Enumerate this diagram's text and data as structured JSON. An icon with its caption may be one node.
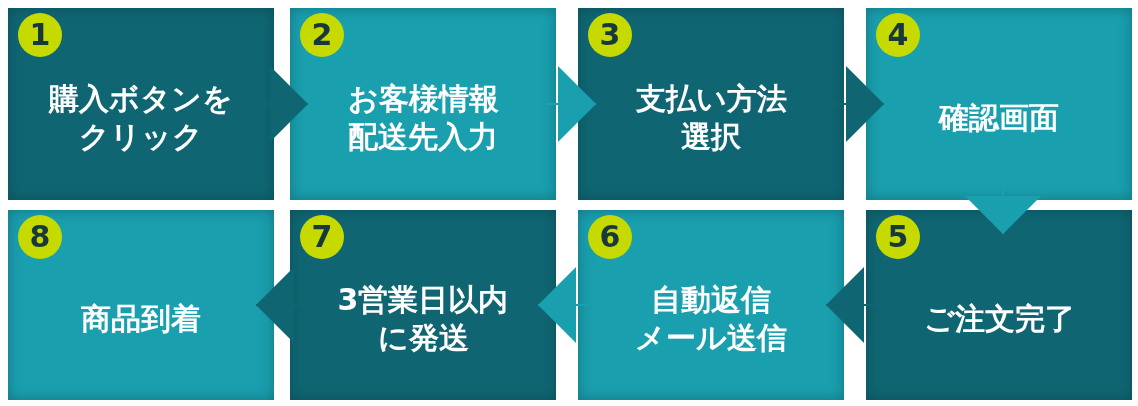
{
  "diagram": {
    "nodes": [
      {
        "text": [
          "1",
          "購入ボタンをクリック"
        ]
      },
      {
        "text": [
          "2",
          "お客様情報配送先入力"
        ]
      },
      {
        "text": [
          "3",
          "支払い方法選択"
        ]
      },
      {
        "text": [
          "4",
          "確認画面"
        ]
      },
      {
        "text": [
          "5",
          "ご注文完了"
        ]
      },
      {
        "text": [
          "6",
          "自動返信メール送信"
        ]
      },
      {
        "text": [
          "7",
          "3営業日以内に発送"
        ]
      },
      {
        "text": [
          "8",
          "商品到着"
        ]
      }
    ],
    "edges": [
      {
        "from": 0,
        "to": 1,
        "arrow": "to"
      },
      {
        "from": 1,
        "to": 2,
        "arrow": "to"
      },
      {
        "from": 2,
        "to": 3,
        "arrow": "to"
      },
      {
        "from": 3,
        "to": 4,
        "arrow": "to"
      },
      {
        "from": 4,
        "to": 5,
        "arrow": "to"
      },
      {
        "from": 5,
        "to": 6,
        "arrow": "to"
      },
      {
        "from": 6,
        "to": 7,
        "arrow": "to"
      }
    ]
  }
}
